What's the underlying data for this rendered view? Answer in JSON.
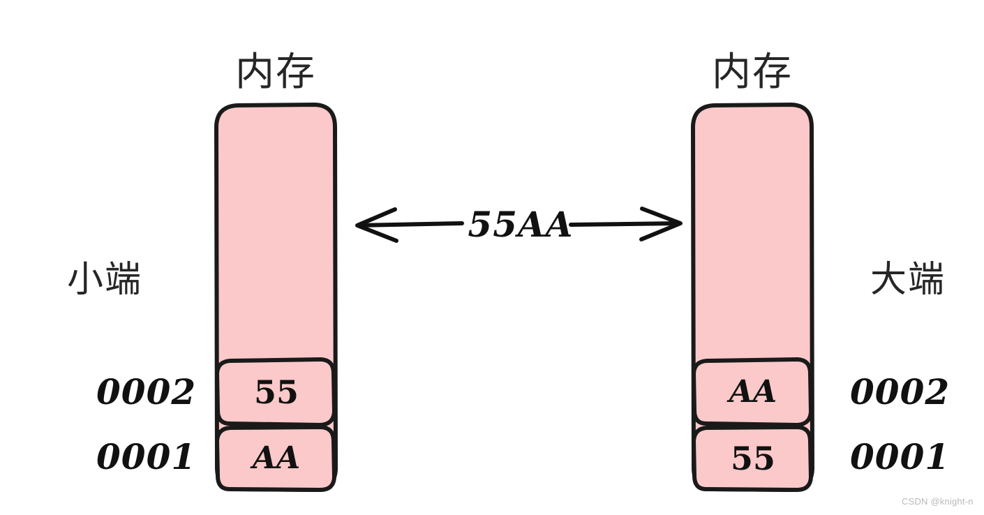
{
  "diagram": {
    "watermark": "CSDN @knight-n",
    "transfer_arrow": {
      "label": "55AA",
      "direction": "bidirectional",
      "left_icon": "arrow-left-icon",
      "right_icon": "arrow-right-icon"
    },
    "colors": {
      "cell_fill": "#fbc9c9",
      "stroke": "#1a1a1a",
      "text": "#111111",
      "title_text": "#262626",
      "background": "#ffffff",
      "watermark": "#b9b9b9"
    },
    "panels": [
      {
        "id": "little-endian",
        "title": "内存",
        "side_label": "小端",
        "side_label_position": "left",
        "cells": [
          {
            "address": "0002",
            "value": "55",
            "style": "numeric"
          },
          {
            "address": "0001",
            "value": "AA",
            "style": "alpha"
          }
        ]
      },
      {
        "id": "big-endian",
        "title": "内存",
        "side_label": "大端",
        "side_label_position": "right",
        "cells": [
          {
            "address": "0002",
            "value": "AA",
            "style": "alpha"
          },
          {
            "address": "0001",
            "value": "55",
            "style": "numeric"
          }
        ]
      }
    ]
  }
}
